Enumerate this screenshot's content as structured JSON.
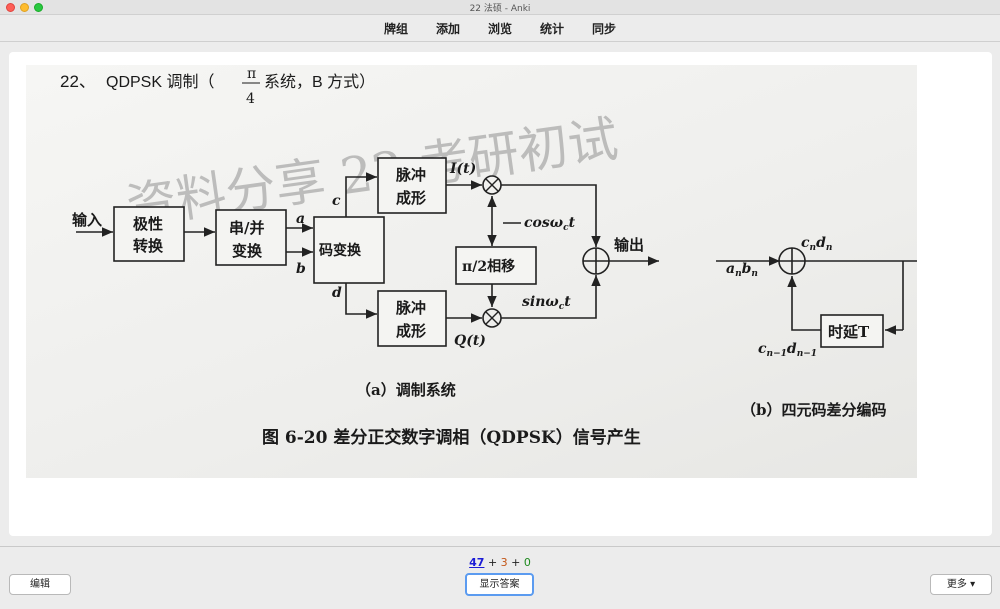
{
  "window": {
    "title": "22 法硕 - Anki"
  },
  "toolbar": {
    "items": [
      "牌组",
      "添加",
      "浏览",
      "统计",
      "同步"
    ]
  },
  "card": {
    "question": {
      "number": "22、",
      "text_a": "QDPSK 调制（",
      "frac_num": "π",
      "frac_den": "4",
      "text_b": "系统，B 方式）"
    },
    "watermark": "资料分享 22 考研初试",
    "diagram_a": {
      "input_label": "输入",
      "polarity_box": [
        "极性",
        "转换"
      ],
      "sp_box": [
        "串/并",
        "变换"
      ],
      "code_box": "码变换",
      "pulse_top": [
        "脉冲",
        "成形"
      ],
      "pulse_bottom": [
        "脉冲",
        "成形"
      ],
      "phase_box": "π/2相移",
      "signal_a": "a",
      "signal_b": "b",
      "signal_c": "c",
      "signal_d": "d",
      "i_label": "I(t)",
      "q_label": "Q(t)",
      "cos_label": "cosω",
      "cos_sub": "c",
      "cos_t": "t",
      "sin_label": "sinω",
      "sin_sub": "c",
      "sin_t": "t",
      "output_label": "输出",
      "caption": "（a）调制系统"
    },
    "diagram_b": {
      "in_label": "a",
      "in_sub": "n",
      "in_label2": "b",
      "in_sub2": "n",
      "out_label": "c",
      "out_sub": "n",
      "out_label2": "d",
      "out_sub2": "n",
      "fb_label": "c",
      "fb_sub": "n−1",
      "fb_label2": "d",
      "fb_sub2": "n−1",
      "delay_box": "时延T",
      "caption": "（b）四元码差分编码"
    },
    "figure_caption": "图 6-20   差分正交数字调相（QDPSK）信号产生"
  },
  "counts": {
    "new": "47",
    "learning": "3",
    "review": "0",
    "plus": "+"
  },
  "buttons": {
    "edit": "编辑",
    "show_answer": "显示答案",
    "more": "更多 ▾"
  },
  "colors": {
    "new": "#1b1bd6",
    "learning": "#c35617",
    "review": "#1e8a1e",
    "focus": "#5b9bf0"
  }
}
